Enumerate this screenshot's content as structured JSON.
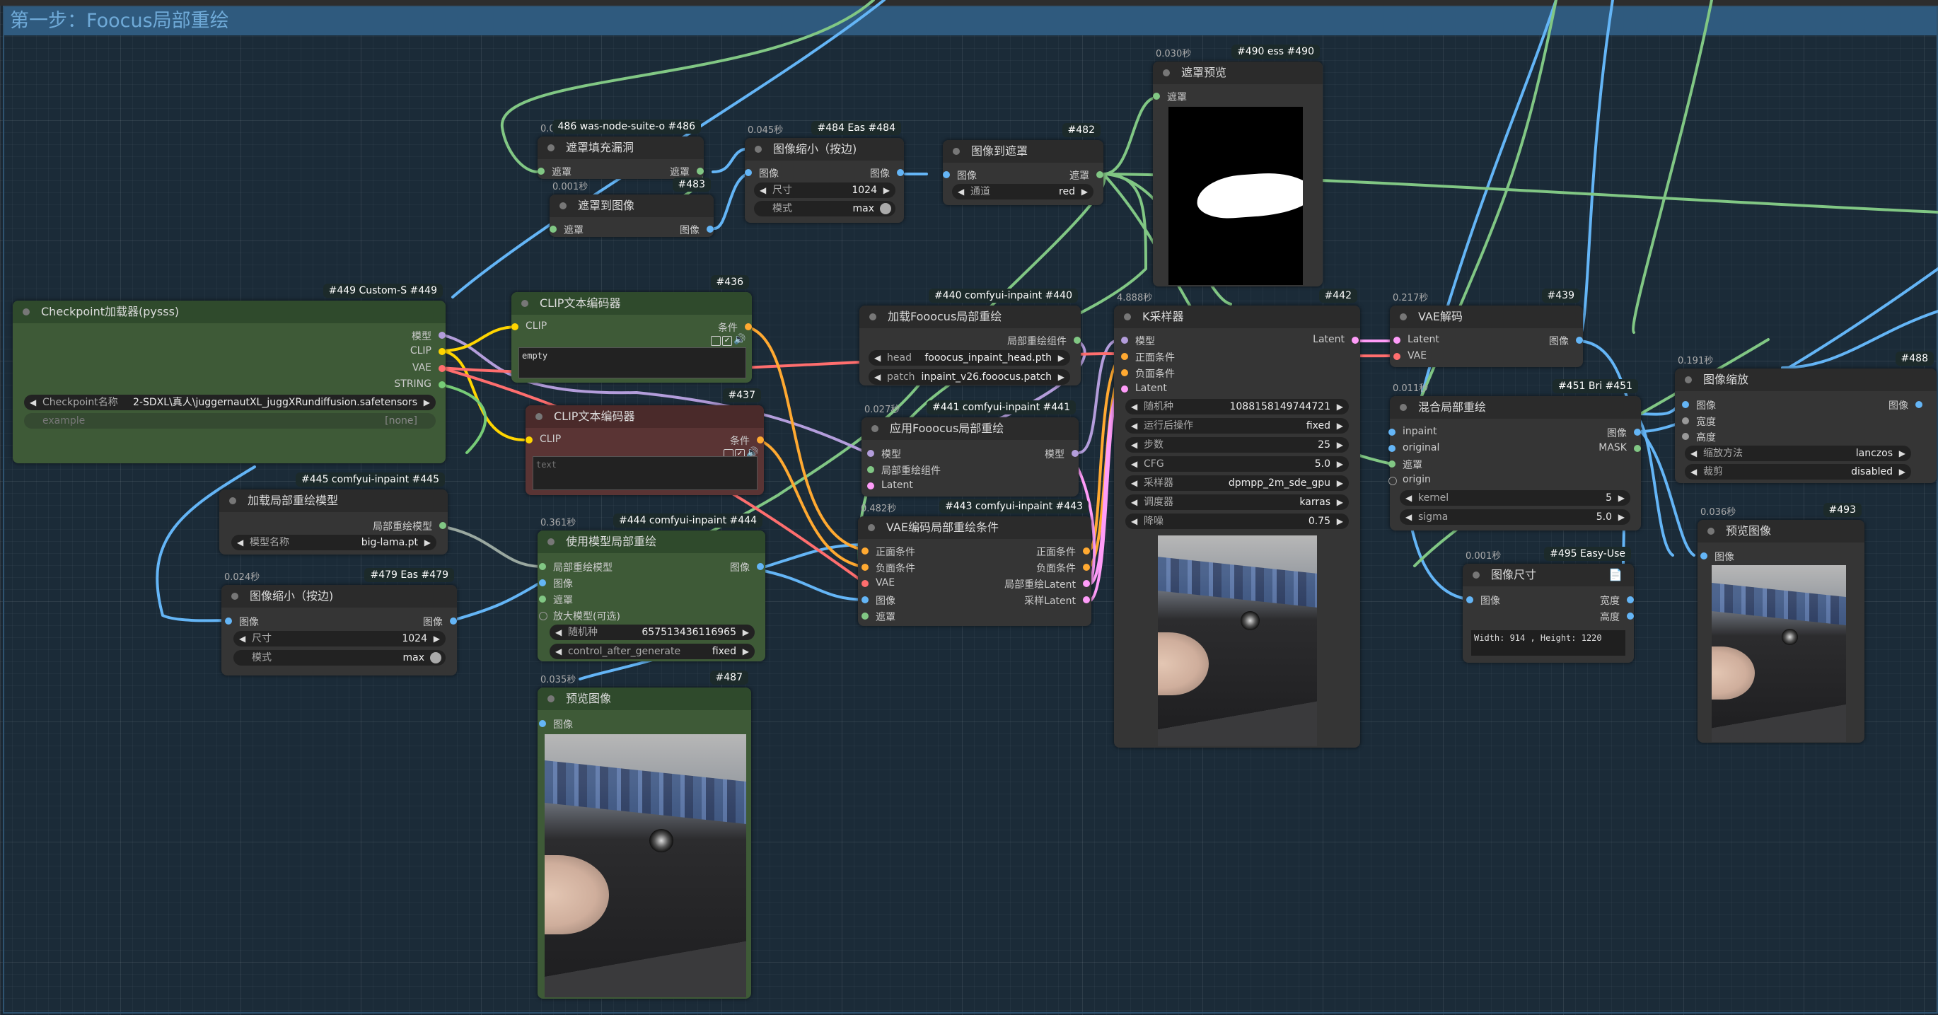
{
  "group": {
    "title": "第一步：Foocus局部重绘"
  },
  "colors": {
    "model": "#b39ddb",
    "clip": "#ffd500",
    "vae": "#ff6e6e",
    "conditioning": "#ffa931",
    "latent": "#ff9cf9",
    "image": "#64b5f6",
    "mask": "#81c784",
    "string": "#77cc77"
  },
  "nodes": {
    "n486": {
      "badge": "486 was-node-suite-o #486",
      "time": "0.026秒",
      "title": "遮罩填充漏洞",
      "in": "遮罩",
      "out": "遮罩"
    },
    "n483": {
      "badge": "#483",
      "time": "0.001秒",
      "title": "遮罩到图像",
      "in": "遮罩",
      "out": "图像"
    },
    "n484": {
      "badge": "#484 Eas #484",
      "time": "0.045秒",
      "title": "图像缩小（按边)",
      "in": "图像",
      "out": "图像",
      "w_size_label": "尺寸",
      "w_size_val": "1024",
      "w_mode_label": "模式",
      "w_mode_val": "max"
    },
    "n482": {
      "badge": "#482",
      "title": "图像到遮罩",
      "in": "图像",
      "out": "遮罩",
      "w_label": "通道",
      "w_val": "red"
    },
    "n490": {
      "badge": "#490 ess #490",
      "time": "0.030秒",
      "title": "遮罩预览",
      "in": "遮罩"
    },
    "n449": {
      "badge": "#449 Custom-S #449",
      "title": "Checkpoint加载器(pysss)",
      "out_model": "模型",
      "out_clip": "CLIP",
      "out_vae": "VAE",
      "out_string": "STRING",
      "w_ckpt_label": "Checkpoint名称",
      "w_ckpt_val": "2-SDXL\\真人\\juggernautXL_juggXRundiffusion.safetensors",
      "w_example_label": "example",
      "w_example_val": "[none]"
    },
    "n436": {
      "badge": "#436",
      "title": "CLIP文本编码器",
      "in": "CLIP",
      "out": "条件",
      "text": "empty"
    },
    "n437": {
      "badge": "#437",
      "title": "CLIP文本编码器",
      "in": "CLIP",
      "out": "条件",
      "placeholder": "text"
    },
    "n440": {
      "badge": "#440 comfyui-inpaint #440",
      "title": "加载Fooocus局部重绘",
      "out": "局部重绘组件",
      "w_head_label": "head",
      "w_head_val": "fooocus_inpaint_head.pth",
      "w_patch_label": "patch",
      "w_patch_val": "inpaint_v26.fooocus.patch"
    },
    "n441": {
      "badge": "#441 comfyui-inpaint #441",
      "time": "0.027秒",
      "title": "应用Fooocus局部重绘",
      "in_model": "模型",
      "in_patch": "局部重绘组件",
      "in_latent": "Latent",
      "out": "模型"
    },
    "n443": {
      "badge": "#443 comfyui-inpaint #443",
      "time": "0.482秒",
      "title": "VAE编码局部重绘条件",
      "in_pos": "正面条件",
      "in_neg": "负面条件",
      "in_vae": "VAE",
      "in_image": "图像",
      "in_mask": "遮罩",
      "out_pos": "正面条件",
      "out_neg": "负面条件",
      "out_latent": "局部重绘Latent",
      "out_sample": "采样Latent"
    },
    "n442": {
      "badge": "#442",
      "time": "4.888秒",
      "title": "K采样器",
      "in_model": "模型",
      "in_pos": "正面条件",
      "in_neg": "负面条件",
      "in_latent": "Latent",
      "out": "Latent",
      "widgets": [
        {
          "label": "随机种",
          "val": "1088158149744721"
        },
        {
          "label": "运行后操作",
          "val": "fixed"
        },
        {
          "label": "步数",
          "val": "25"
        },
        {
          "label": "CFG",
          "val": "5.0"
        },
        {
          "label": "采样器",
          "val": "dpmpp_2m_sde_gpu"
        },
        {
          "label": "调度器",
          "val": "karras"
        },
        {
          "label": "降噪",
          "val": "0.75"
        }
      ]
    },
    "n439": {
      "badge": "#439",
      "time": "0.217秒",
      "title": "VAE解码",
      "in_latent": "Latent",
      "in_vae": "VAE",
      "out": "图像"
    },
    "n451": {
      "badge": "#451 Bri #451",
      "time": "0.011秒",
      "title": "混合局部重绘",
      "in_inpaint": "inpaint",
      "in_original": "original",
      "in_mask": "遮罩",
      "in_origin": "origin",
      "out_image": "图像",
      "out_mask": "MASK",
      "w_kernel_label": "kernel",
      "w_kernel_val": "5",
      "w_sigma_label": "sigma",
      "w_sigma_val": "5.0"
    },
    "n488": {
      "badge": "#488",
      "time": "0.191秒",
      "title": "图像缩放",
      "in_image": "图像",
      "in_width": "宽度",
      "in_height": "高度",
      "out": "图像",
      "w_method_label": "缩放方法",
      "w_method_val": "lanczos",
      "w_crop_label": "裁剪",
      "w_crop_val": "disabled"
    },
    "n493": {
      "badge": "#493",
      "time": "0.036秒",
      "title": "预览图像",
      "in": "图像"
    },
    "n495": {
      "badge": "#495 Easy-Use",
      "time": "0.001秒",
      "title": "图像尺寸",
      "in": "图像",
      "out_w": "宽度",
      "out_h": "高度",
      "text": "Width: 914 , Height: 1220"
    },
    "n445": {
      "badge": "#445 comfyui-inpaint #445",
      "title": "加载局部重绘模型",
      "out": "局部重绘模型",
      "w_label": "模型名称",
      "w_val": "big-lama.pt"
    },
    "n479": {
      "badge": "#479 Eas #479",
      "time": "0.024秒",
      "title": "图像缩小（按边)",
      "in": "图像",
      "out": "图像",
      "w_size_label": "尺寸",
      "w_size_val": "1024",
      "w_mode_label": "模式",
      "w_mode_val": "max"
    },
    "n444": {
      "badge": "#444 comfyui-inpaint #444",
      "time": "0.361秒",
      "title": "使用模型局部重绘",
      "in_model": "局部重绘模型",
      "in_image": "图像",
      "in_mask": "遮罩",
      "in_up": "放大模型(可选)",
      "out": "图像",
      "w_seed_label": "随机种",
      "w_seed_val": "657513436116965",
      "w_cag_label": "control_after_generate",
      "w_cag_val": "fixed"
    },
    "n487": {
      "badge": "#487",
      "time": "0.035秒",
      "title": "预览图像",
      "in": "图像"
    }
  }
}
